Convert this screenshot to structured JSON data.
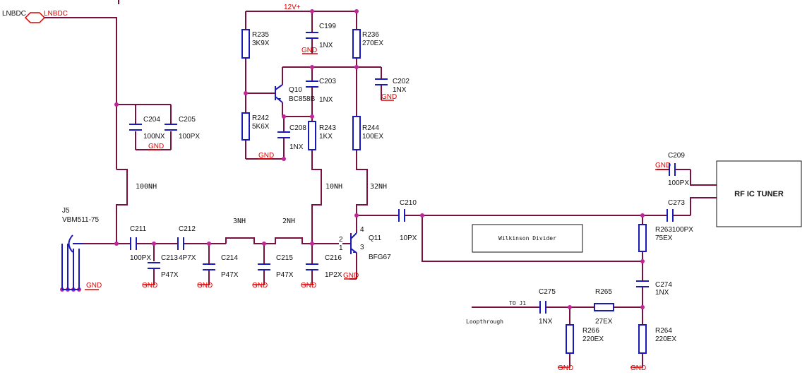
{
  "nets": {
    "lnbdc_left": "LNBDC",
    "lnbdc_flag": "LNBDC",
    "vcc": "12V+",
    "gnd": "GND",
    "to_j1": "TO J1",
    "loopthrough": "Loopthrough"
  },
  "blocks": {
    "rf_tuner": "RF IC TUNER",
    "wilkinson": "Wilkinson Divider"
  },
  "connector": {
    "ref": "J5",
    "part": "VBM511-75"
  },
  "transistors": {
    "q10": {
      "ref": "Q10",
      "part": "BC858B"
    },
    "q11": {
      "ref": "Q11",
      "part": "BFG67",
      "pin1": "1",
      "pin2": "2",
      "pin3": "3",
      "pin4": "4"
    }
  },
  "resistors": {
    "r235": {
      "ref": "R235",
      "value": "3K9X"
    },
    "r236": {
      "ref": "R236",
      "value": "270EX"
    },
    "r242": {
      "ref": "R242",
      "value": "5K6X"
    },
    "r243": {
      "ref": "R243",
      "value": "1KX"
    },
    "r244": {
      "ref": "R244",
      "value": "100EX"
    },
    "r263": {
      "ref": "R263100PX",
      "value": "75EX"
    },
    "r264": {
      "ref": "R264",
      "value": "220EX"
    },
    "r265": {
      "ref": "R265",
      "value": "27EX"
    },
    "r266": {
      "ref": "R266",
      "value": "220EX"
    }
  },
  "capacitors": {
    "c199": {
      "ref": "C199",
      "value": "1NX"
    },
    "c202": {
      "ref": "C202",
      "value": "1NX"
    },
    "c203": {
      "ref": "C203",
      "value": "1NX"
    },
    "c204": {
      "ref": "C204",
      "value": "100NX"
    },
    "c205": {
      "ref": "C205",
      "value": "100PX"
    },
    "c208": {
      "ref": "C208",
      "value": "1NX"
    },
    "c209": {
      "ref": "C209",
      "value": "100PX"
    },
    "c210": {
      "ref": "C210",
      "value": "10PX"
    },
    "c211": {
      "ref": "C211",
      "value": "100PX"
    },
    "c212": {
      "ref": "C212",
      "value": "4P7X"
    },
    "c213": {
      "ref": "C213",
      "value": "P47X"
    },
    "c214": {
      "ref": "C214",
      "value": "P47X"
    },
    "c215": {
      "ref": "C215",
      "value": "P47X"
    },
    "c216": {
      "ref": "C216",
      "value": "1P2X"
    },
    "c273": {
      "ref": "C273"
    },
    "c274": {
      "ref": "C274",
      "value": "1NX"
    },
    "c275": {
      "ref": "C275",
      "value": "1NX"
    }
  },
  "inductors": {
    "l100": "100NH",
    "l3": "3NH",
    "l2": "2NH",
    "l10": "10NH",
    "l32": "32NH"
  },
  "colors": {
    "wire": "#7a1040",
    "component": "#1a1ab8",
    "ground": "#e00000",
    "junction": "#c0269a"
  }
}
